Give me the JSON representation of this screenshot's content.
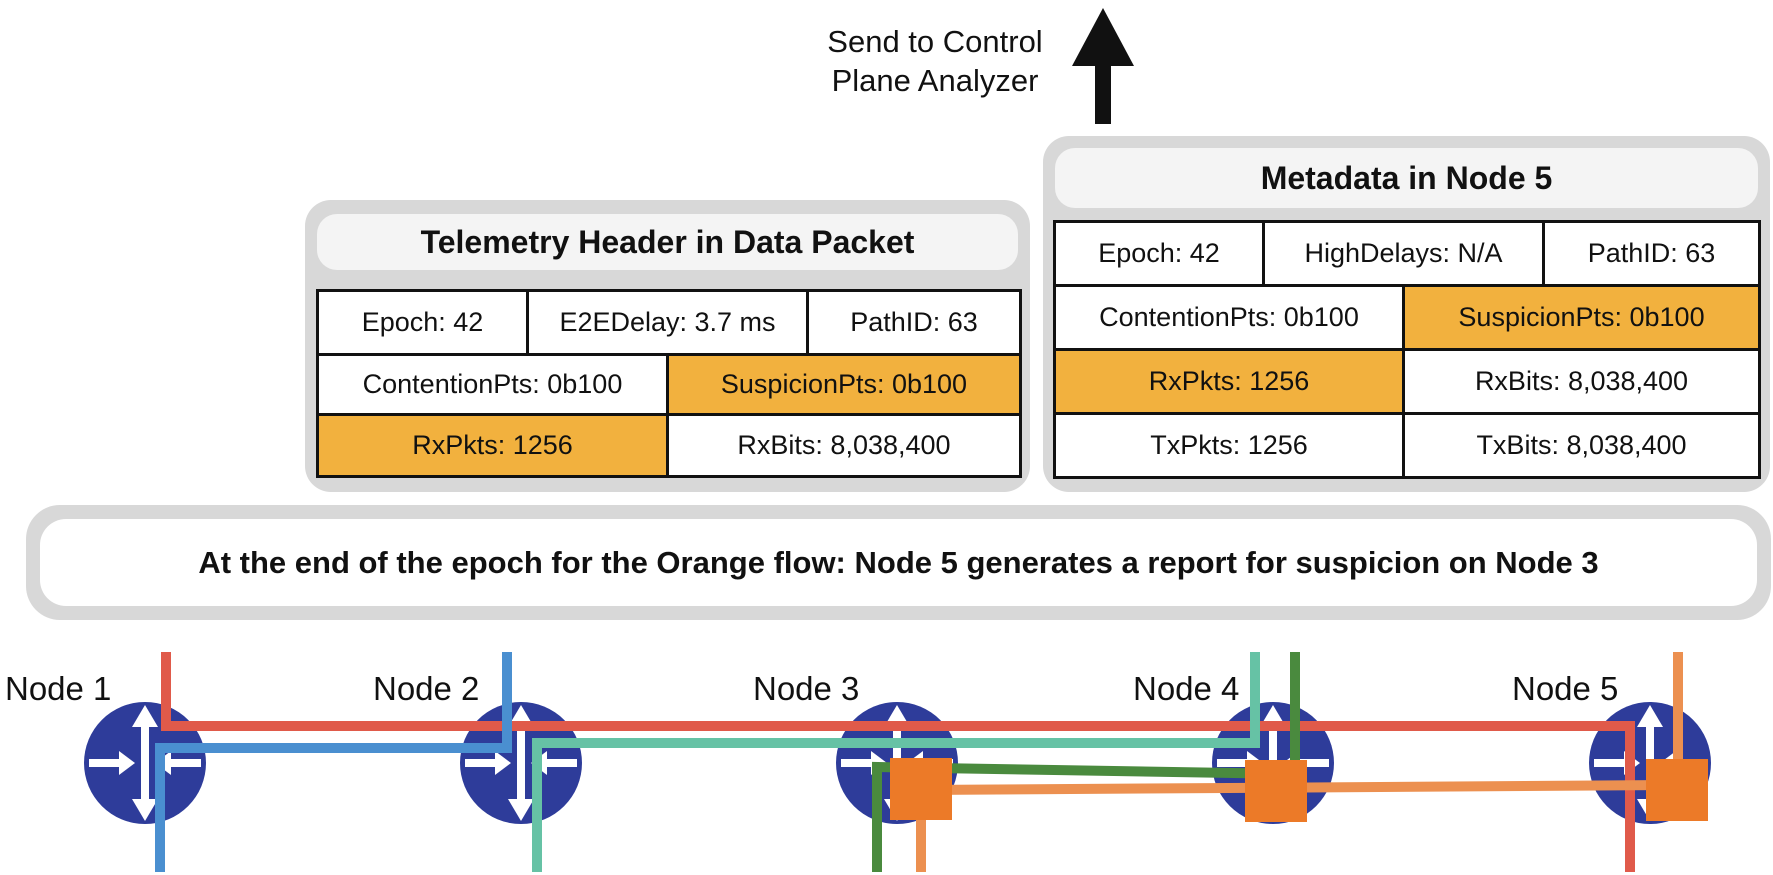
{
  "top": {
    "send_label_line1": "Send to Control",
    "send_label_line2": "Plane Analyzer",
    "arrow_icon": "up-arrow-icon"
  },
  "telemetry_header": {
    "title": "Telemetry Header in Data Packet",
    "row1": [
      "Epoch: 42",
      "E2EDelay: 3.7 ms",
      "PathID: 63"
    ],
    "row2": [
      "ContentionPts: 0b100",
      "SuspicionPts: 0b100"
    ],
    "row3": [
      "RxPkts: 1256",
      "RxBits: 8,038,400"
    ]
  },
  "metadata_node5": {
    "title": "Metadata in Node 5",
    "row1": [
      "Epoch: 42",
      "HighDelays: N/A",
      "PathID: 63"
    ],
    "row2": [
      "ContentionPts: 0b100",
      "SuspicionPts: 0b100"
    ],
    "row3": [
      "RxPkts: 1256",
      "RxBits: 8,038,400"
    ],
    "row4": [
      "TxPkts: 1256",
      "TxBits: 8,038,400"
    ]
  },
  "banner": {
    "text": "At the end of the epoch for the Orange flow: Node 5 generates a report for suspicion on Node 3"
  },
  "nodes": [
    {
      "label": "Node 1",
      "icon": "router-icon"
    },
    {
      "label": "Node 2",
      "icon": "router-icon"
    },
    {
      "label": "Node 3",
      "icon": "router-icon"
    },
    {
      "label": "Node 4",
      "icon": "router-icon"
    },
    {
      "label": "Node 5",
      "icon": "router-icon"
    }
  ],
  "colors": {
    "highlight": "#f2b13e",
    "router": "#2e3c9a",
    "red_flow": "#e05a4a",
    "blue_flow": "#4a8fd0",
    "teal_flow": "#66c2a5",
    "green_flow": "#4a8a3e",
    "orange_flow": "#ec9050",
    "orange_box": "#ec7a28"
  }
}
